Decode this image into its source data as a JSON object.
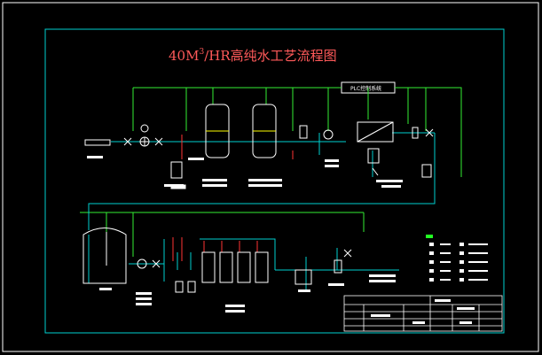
{
  "drawing": {
    "title_prefix": "40M",
    "title_superscript": "3",
    "title_suffix": "/HR高纯水工艺流程图",
    "plc_label": "PLC控制系统"
  },
  "colors": {
    "background": "#000000",
    "frame": "#ffffff",
    "border": "#00d0d0",
    "signal_line": "#33ee33",
    "process_line": "#00d0d0",
    "control_line": "#ff3333",
    "title": "#ff5a5a",
    "accent_yellow": "#ffff00",
    "legend_marker": "#22ff22"
  },
  "legend": {
    "rows": 6
  }
}
